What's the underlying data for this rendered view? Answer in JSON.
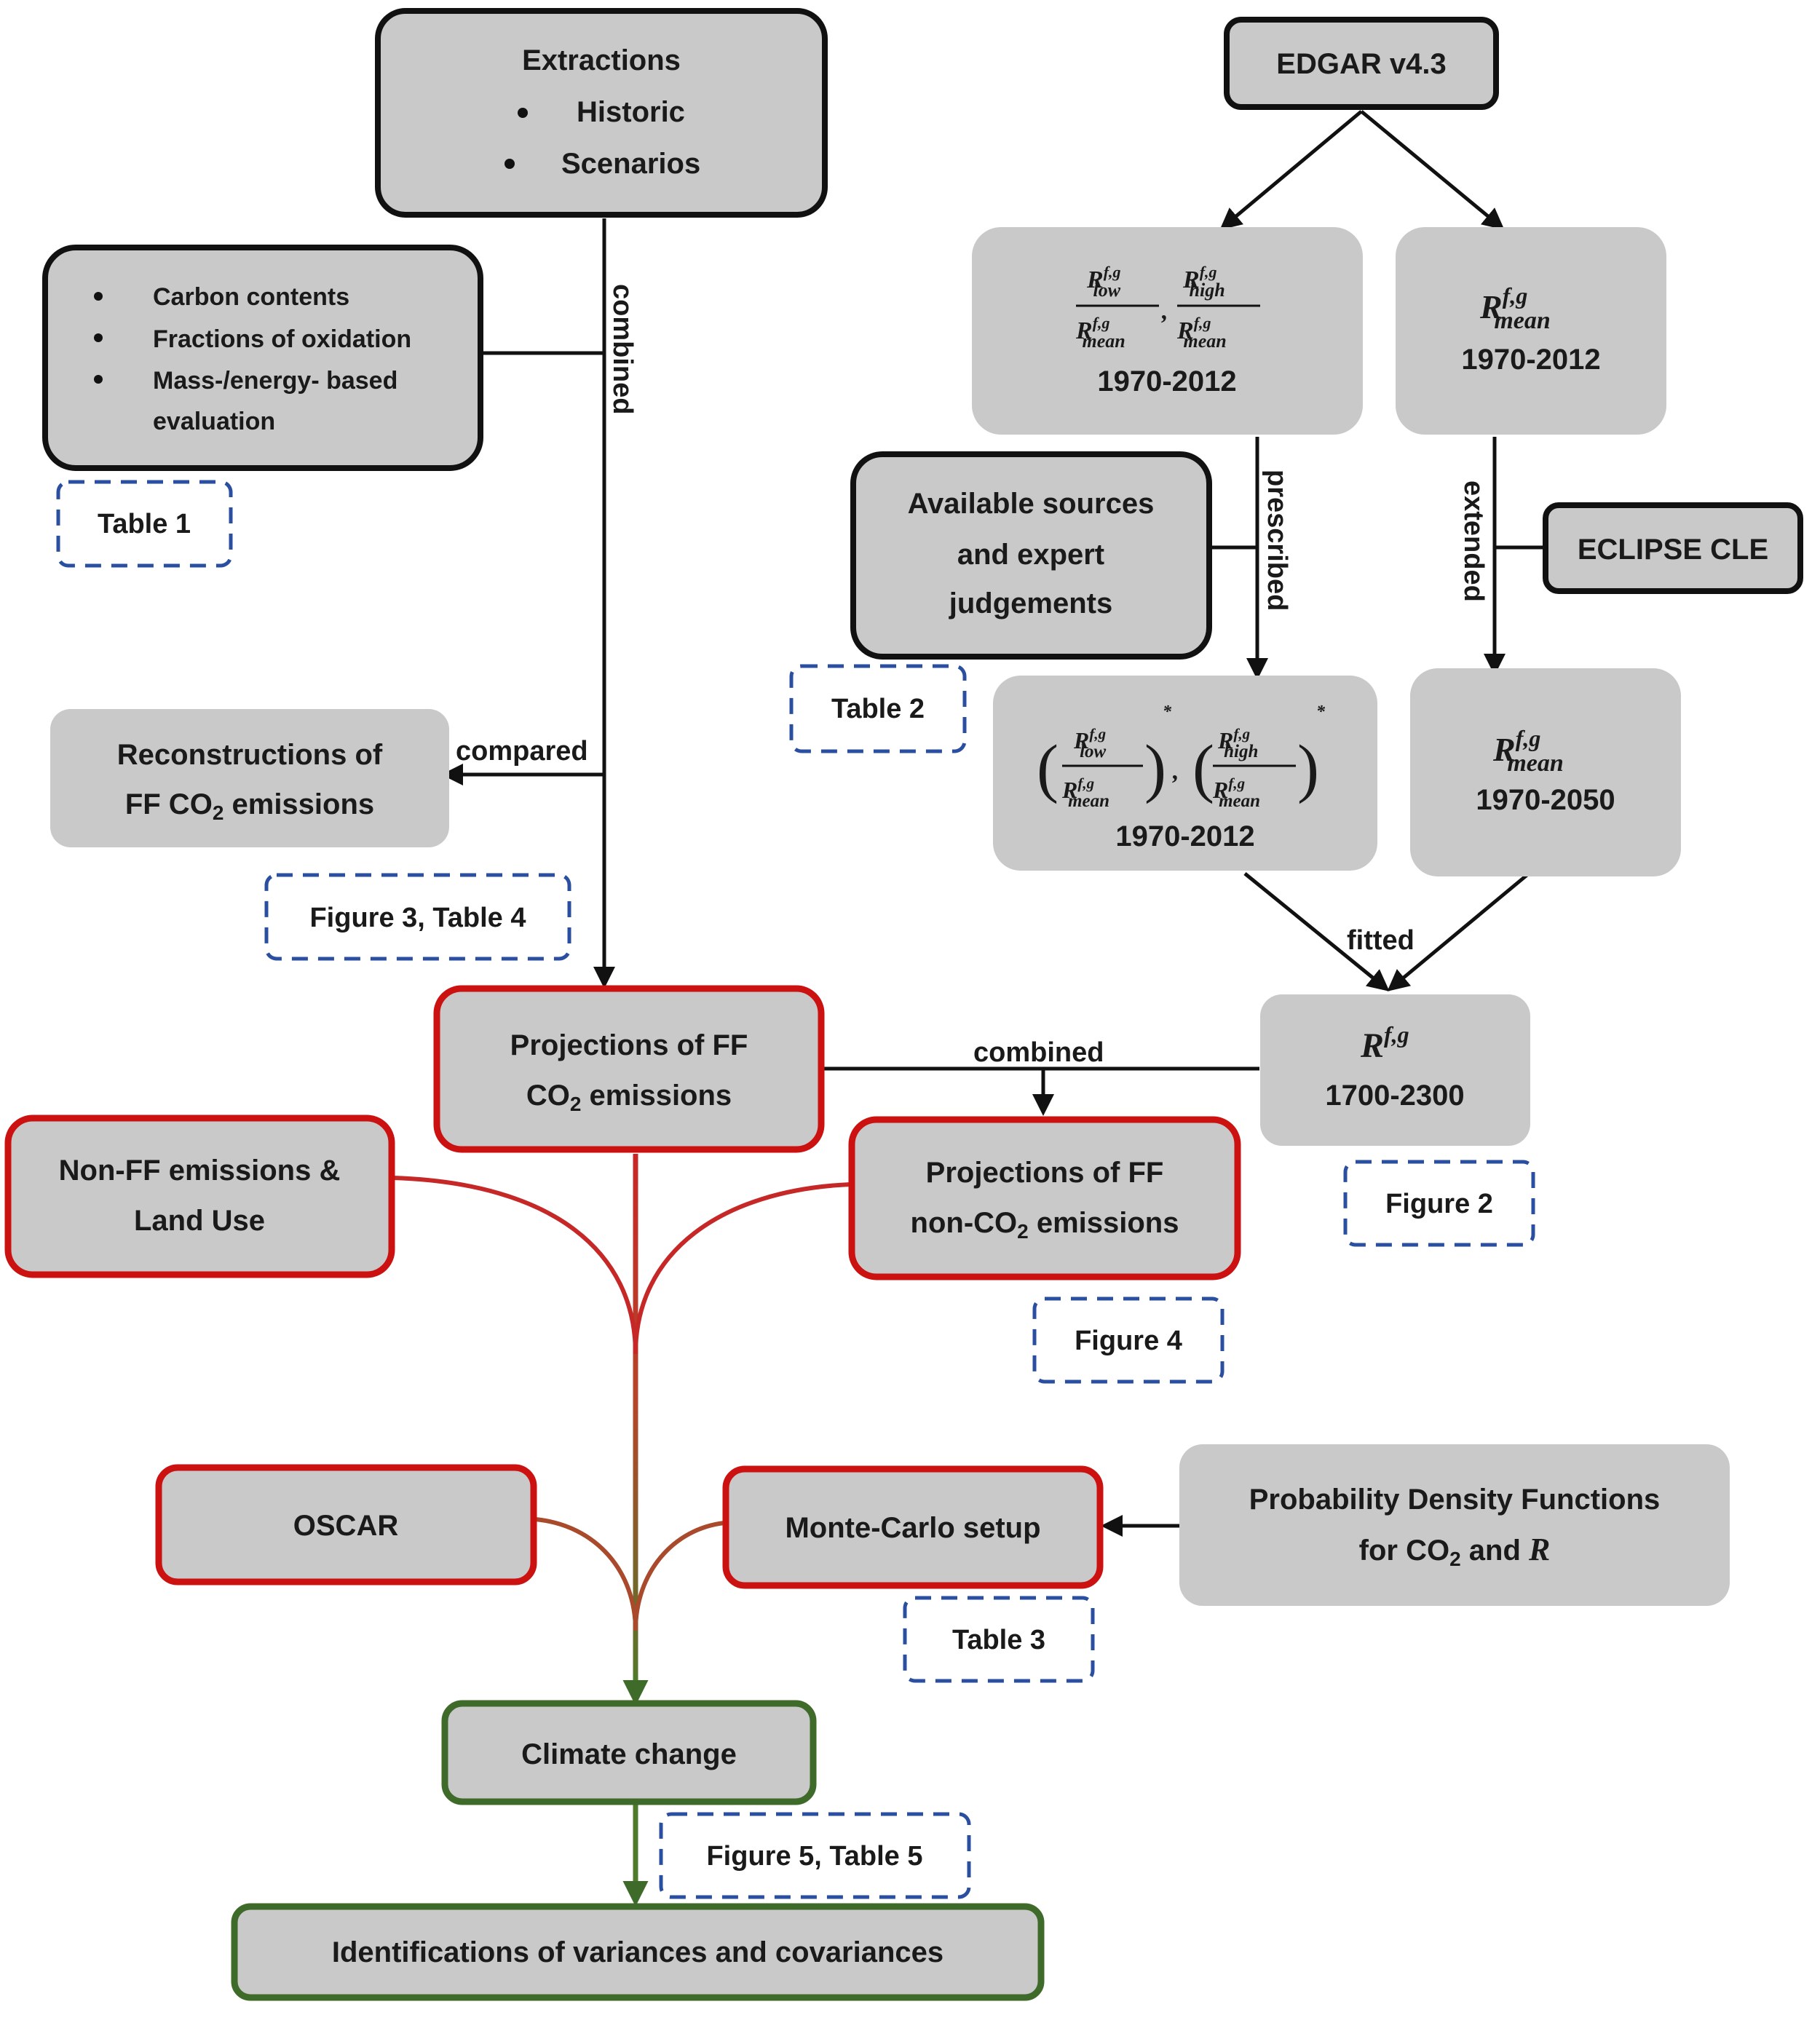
{
  "nodes": {
    "extractions": {
      "title": "Extractions",
      "items": [
        "Historic",
        "Scenarios"
      ]
    },
    "carbon": {
      "items": [
        "Carbon contents",
        "Fractions of oxidation",
        "Mass-/energy- based",
        "evaluation"
      ]
    },
    "edgar": {
      "label": "EDGAR v4.3"
    },
    "ratios_1970_2012": {
      "low": "low",
      "high": "high",
      "mean": "mean",
      "sup": "f,g",
      "R": "R",
      "years": "1970-2012"
    },
    "rmean_1970_2012": {
      "R": "R",
      "sup": "f,g",
      "sub": "mean",
      "years": "1970-2012"
    },
    "available": {
      "lines": [
        "Available sources",
        "and expert",
        "judgements"
      ]
    },
    "eclipse": {
      "label": "ECLIPSE CLE"
    },
    "ratios_star": {
      "years": "1970-2012",
      "star": "*"
    },
    "rmean_1970_2050": {
      "R": "R",
      "sup": "f,g",
      "sub": "mean",
      "years": "1970-2050"
    },
    "reconstructions": {
      "line1": "Reconstructions of",
      "line2_a": "FF CO",
      "line2_sub": "2",
      "line2_b": " emissions"
    },
    "r_1700_2300": {
      "R": "R",
      "sup": "f,g",
      "years": "1700-2300"
    },
    "proj_co2": {
      "line1": "Projections of FF",
      "line2_a": "CO",
      "line2_sub": "2",
      "line2_b": " emissions"
    },
    "nonff": {
      "line1": "Non-FF emissions &",
      "line2": "Land Use"
    },
    "proj_nonco2": {
      "line1": "Projections of FF",
      "line2_a": "non-CO",
      "line2_sub": "2",
      "line2_b": " emissions"
    },
    "oscar": {
      "label": "OSCAR"
    },
    "montecarlo": {
      "label": "Monte-Carlo setup"
    },
    "pdf": {
      "line1": "Probability Density Functions",
      "line2_a": "for CO",
      "line2_sub": "2",
      "line2_b": " and ",
      "line2_R": "R"
    },
    "climate": {
      "label": "Climate change"
    },
    "variances": {
      "label": "Identifications of variances and covariances"
    }
  },
  "refs": {
    "table1": "Table 1",
    "table2": "Table 2",
    "fig3_table4": "Figure 3, Table 4",
    "figure2": "Figure 2",
    "figure4": "Figure 4",
    "table3": "Table 3",
    "fig5_table5": "Figure 5, Table 5"
  },
  "edges": {
    "combined_vertical": "combined",
    "compared": "compared",
    "prescribed": "prescribed",
    "extended": "extended",
    "fitted": "fitted",
    "combined_horizontal": "combined"
  },
  "colors": {
    "box_fill": "#c9c9c9",
    "black_border": "#111111",
    "red_border": "#cc1111",
    "green_border": "#3f6b2a",
    "ref_border": "#2b4fa0",
    "trunk_top": "#c62828",
    "trunk_bottom": "#4e7a2c"
  }
}
